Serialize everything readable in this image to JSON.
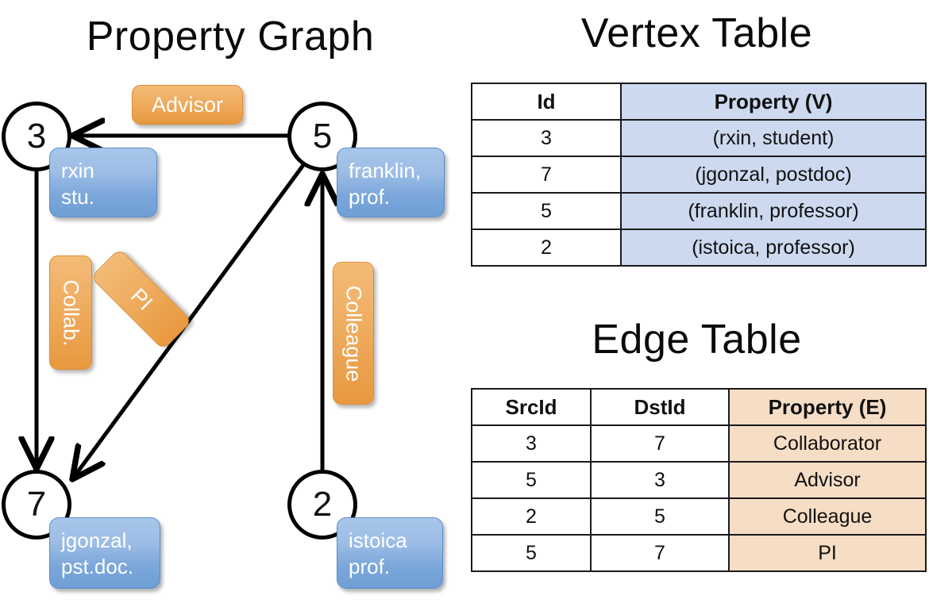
{
  "titles": {
    "property_graph": "Property Graph",
    "vertex_table": "Vertex Table",
    "edge_table": "Edge Table"
  },
  "graph": {
    "vertices": [
      {
        "id": "3",
        "name": "rxin",
        "role": "stu.",
        "box_line1": "rxin",
        "box_line2": "stu."
      },
      {
        "id": "5",
        "name": "franklin",
        "role": "prof.",
        "box_line1": "franklin,",
        "box_line2": "prof."
      },
      {
        "id": "7",
        "name": "jgonzal",
        "role": "pst.doc.",
        "box_line1": "jgonzal,",
        "box_line2": "pst.doc."
      },
      {
        "id": "2",
        "name": "istoica",
        "role": "prof.",
        "box_line1": "istoica",
        "box_line2": "prof."
      }
    ],
    "edge_labels": [
      {
        "key": "advisor",
        "label": "Advisor",
        "src": "5",
        "dst": "3"
      },
      {
        "key": "collab",
        "label": "Collab.",
        "src": "3",
        "dst": "7"
      },
      {
        "key": "pi",
        "label": "PI",
        "src": "5",
        "dst": "7"
      },
      {
        "key": "colleague",
        "label": "Colleague",
        "src": "2",
        "dst": "5"
      }
    ]
  },
  "vertex_table": {
    "headers": {
      "id": "Id",
      "property": "Property (V)"
    },
    "rows": [
      {
        "id": "3",
        "property": "(rxin, student)"
      },
      {
        "id": "7",
        "property": "(jgonzal, postdoc)"
      },
      {
        "id": "5",
        "property": "(franklin, professor)"
      },
      {
        "id": "2",
        "property": "(istoica, professor)"
      }
    ]
  },
  "edge_table": {
    "headers": {
      "src": "SrcId",
      "dst": "DstId",
      "property": "Property (E)"
    },
    "rows": [
      {
        "src": "3",
        "dst": "7",
        "property": "Collaborator"
      },
      {
        "src": "5",
        "dst": "3",
        "property": "Advisor"
      },
      {
        "src": "2",
        "dst": "5",
        "property": "Colleague"
      },
      {
        "src": "5",
        "dst": "7",
        "property": "PI"
      }
    ]
  },
  "colors": {
    "vertex_property_fill": "#ccd9ef",
    "edge_property_fill": "#f6ddc5",
    "vertex_box_blue": "#7aa6da",
    "edge_label_orange": "#e8993f",
    "stroke": "#000000",
    "background": "#ffffff"
  }
}
